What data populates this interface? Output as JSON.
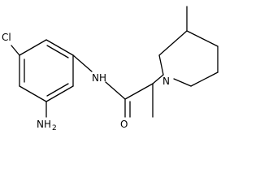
{
  "structure": {
    "atoms": {
      "cl": "Cl",
      "nh_amide": "NH",
      "nh2_main": "NH",
      "nh2_sub": "2",
      "o": "O",
      "n_ring": "N"
    }
  }
}
